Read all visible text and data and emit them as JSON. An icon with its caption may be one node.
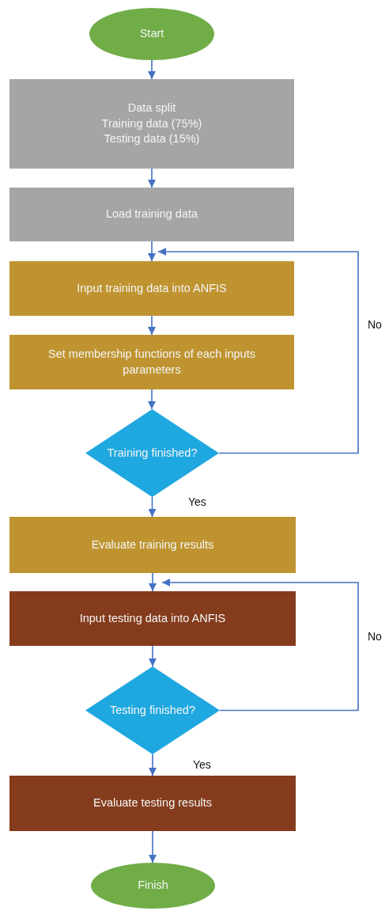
{
  "diagram": {
    "nodes": [
      {
        "text": [
          "Start"
        ]
      },
      {
        "text": [
          "Data split",
          "Training data (75%)",
          "Testing data (15%)"
        ]
      },
      {
        "text": [
          "Load training data"
        ]
      },
      {
        "text": [
          "Input training data into ANFIS"
        ]
      },
      {
        "text": [
          "Set membership functions of each inputs parameters"
        ]
      },
      {
        "text": [
          "Training finished?"
        ]
      },
      {
        "text": [
          "Evaluate training results"
        ]
      },
      {
        "text": [
          "Input testing data into ANFIS"
        ]
      },
      {
        "text": [
          "Testing finished?"
        ]
      },
      {
        "text": [
          "Evaluate testing results"
        ]
      },
      {
        "text": [
          "Finish"
        ]
      }
    ],
    "edges": [
      {
        "from": 0,
        "to": 1,
        "arrow": "to"
      },
      {
        "from": 1,
        "to": 2,
        "arrow": "to"
      },
      {
        "from": 2,
        "to": 3,
        "arrow": "to"
      },
      {
        "from": 3,
        "to": 4,
        "arrow": "to"
      },
      {
        "from": 4,
        "to": 5,
        "arrow": "to"
      },
      {
        "from": 5,
        "to": 6,
        "arrow": "to",
        "label": "Yes"
      },
      {
        "from": 5,
        "to": 3,
        "arrow": "to",
        "label": "No"
      },
      {
        "from": 6,
        "to": 7,
        "arrow": "to"
      },
      {
        "from": 7,
        "to": 8,
        "arrow": "to"
      },
      {
        "from": 8,
        "to": 9,
        "arrow": "to",
        "label": "Yes"
      },
      {
        "from": 8,
        "to": 7,
        "arrow": "to",
        "label": "No"
      },
      {
        "from": 9,
        "to": 10,
        "arrow": "to"
      }
    ]
  }
}
